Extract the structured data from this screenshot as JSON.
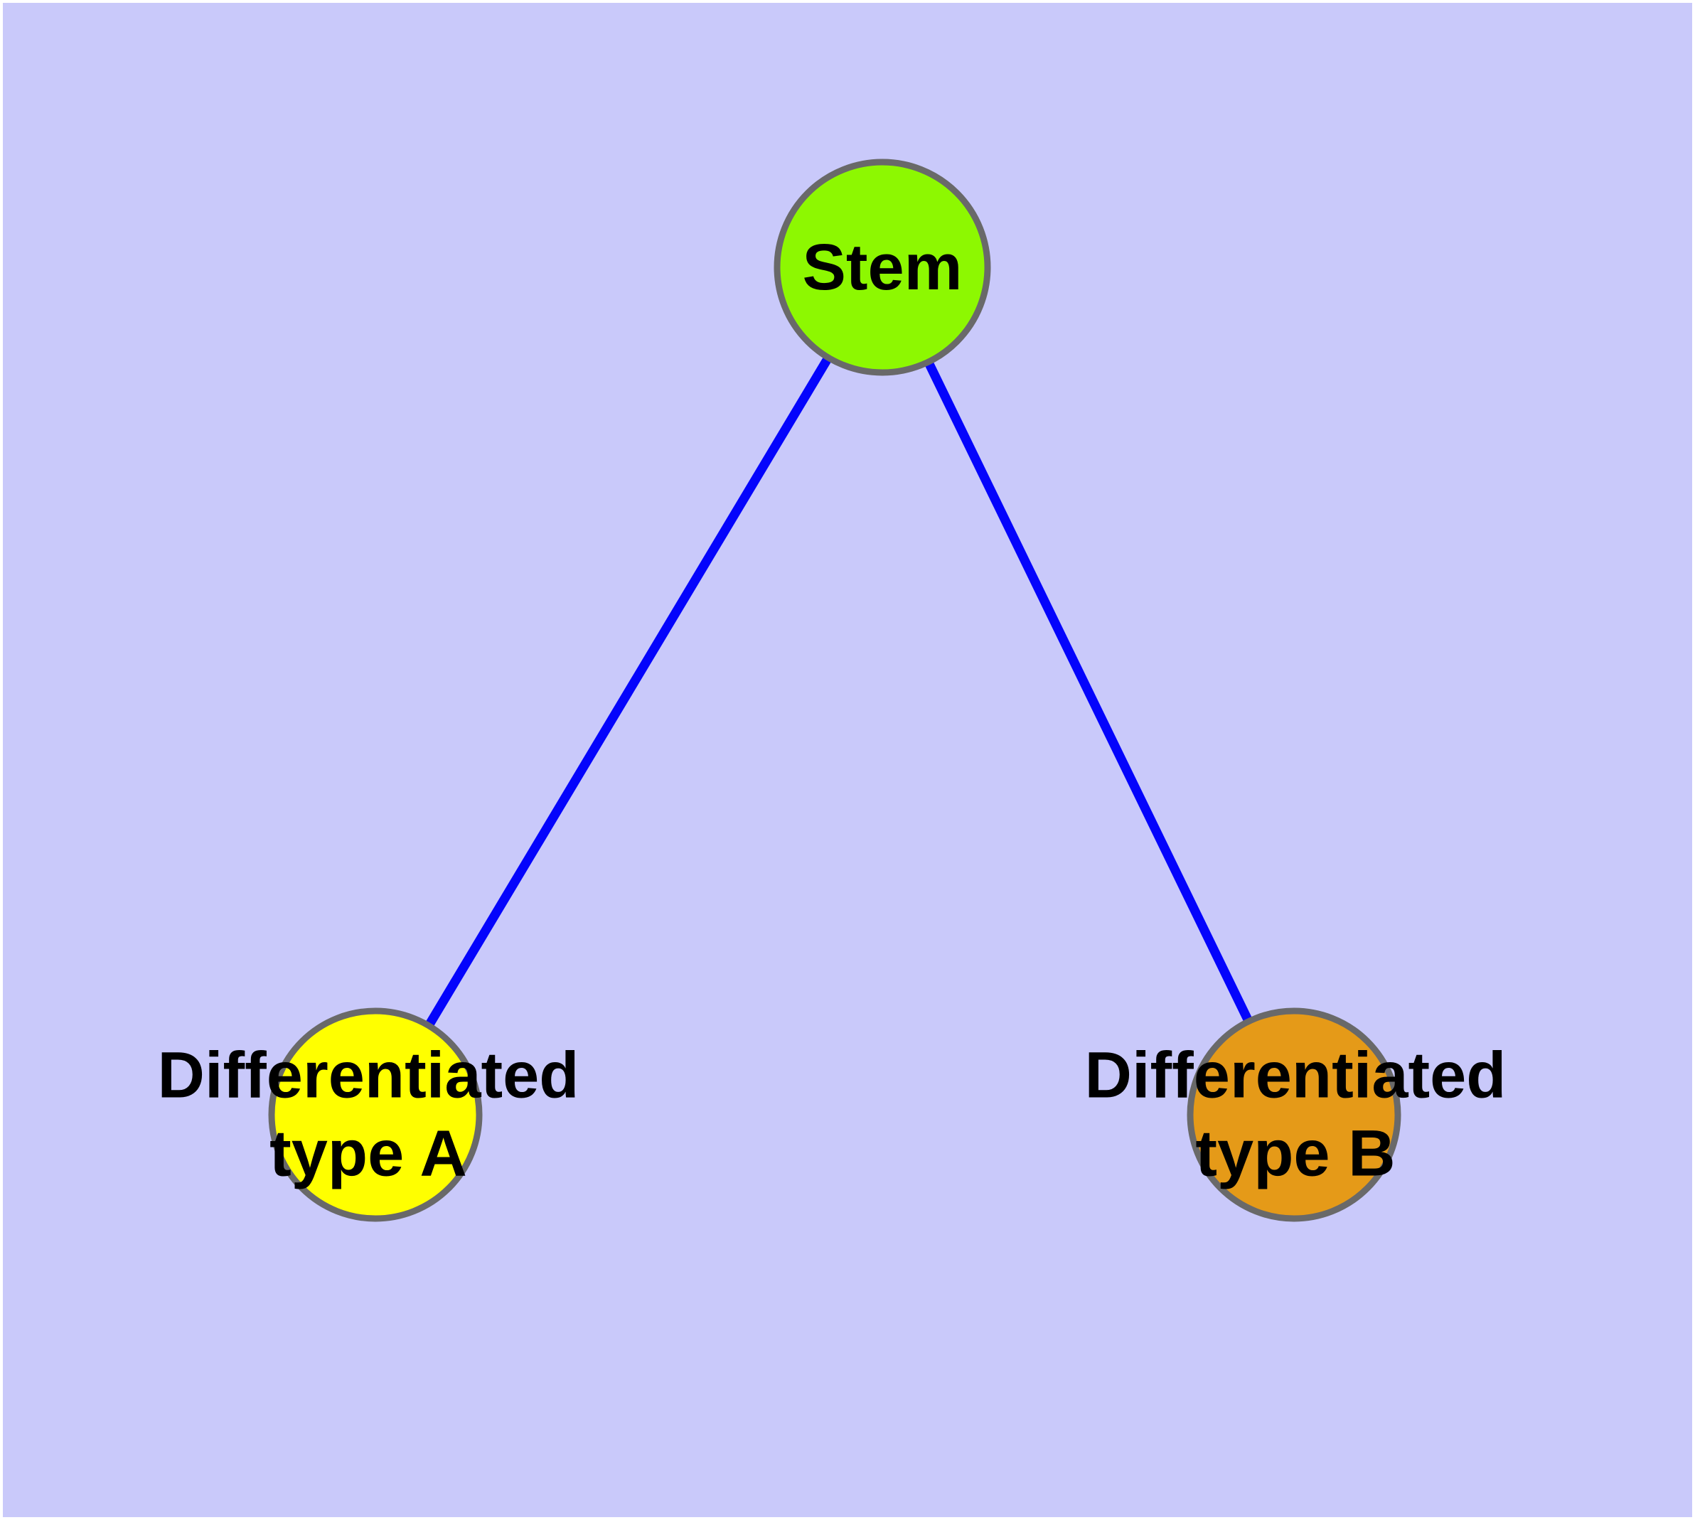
{
  "canvas": {
    "background": "#C9C9FA",
    "frame": "#FFFFFF"
  },
  "nodes": [
    {
      "id": "stem",
      "label": "Stem",
      "fill": "#8DF801",
      "border": "#696969"
    },
    {
      "id": "diff-a",
      "label": "Differentiated\ntype A",
      "fill": "#FFFF00",
      "border": "#696969"
    },
    {
      "id": "diff-b",
      "label": "Differentiated\ntype B",
      "fill": "#E59A18",
      "border": "#696969"
    }
  ],
  "edges": [
    {
      "from": "Stem",
      "to": "Differentiated type A",
      "color": "#0404FC"
    },
    {
      "from": "Stem",
      "to": "Differentiated type B",
      "color": "#0404FC"
    }
  ]
}
